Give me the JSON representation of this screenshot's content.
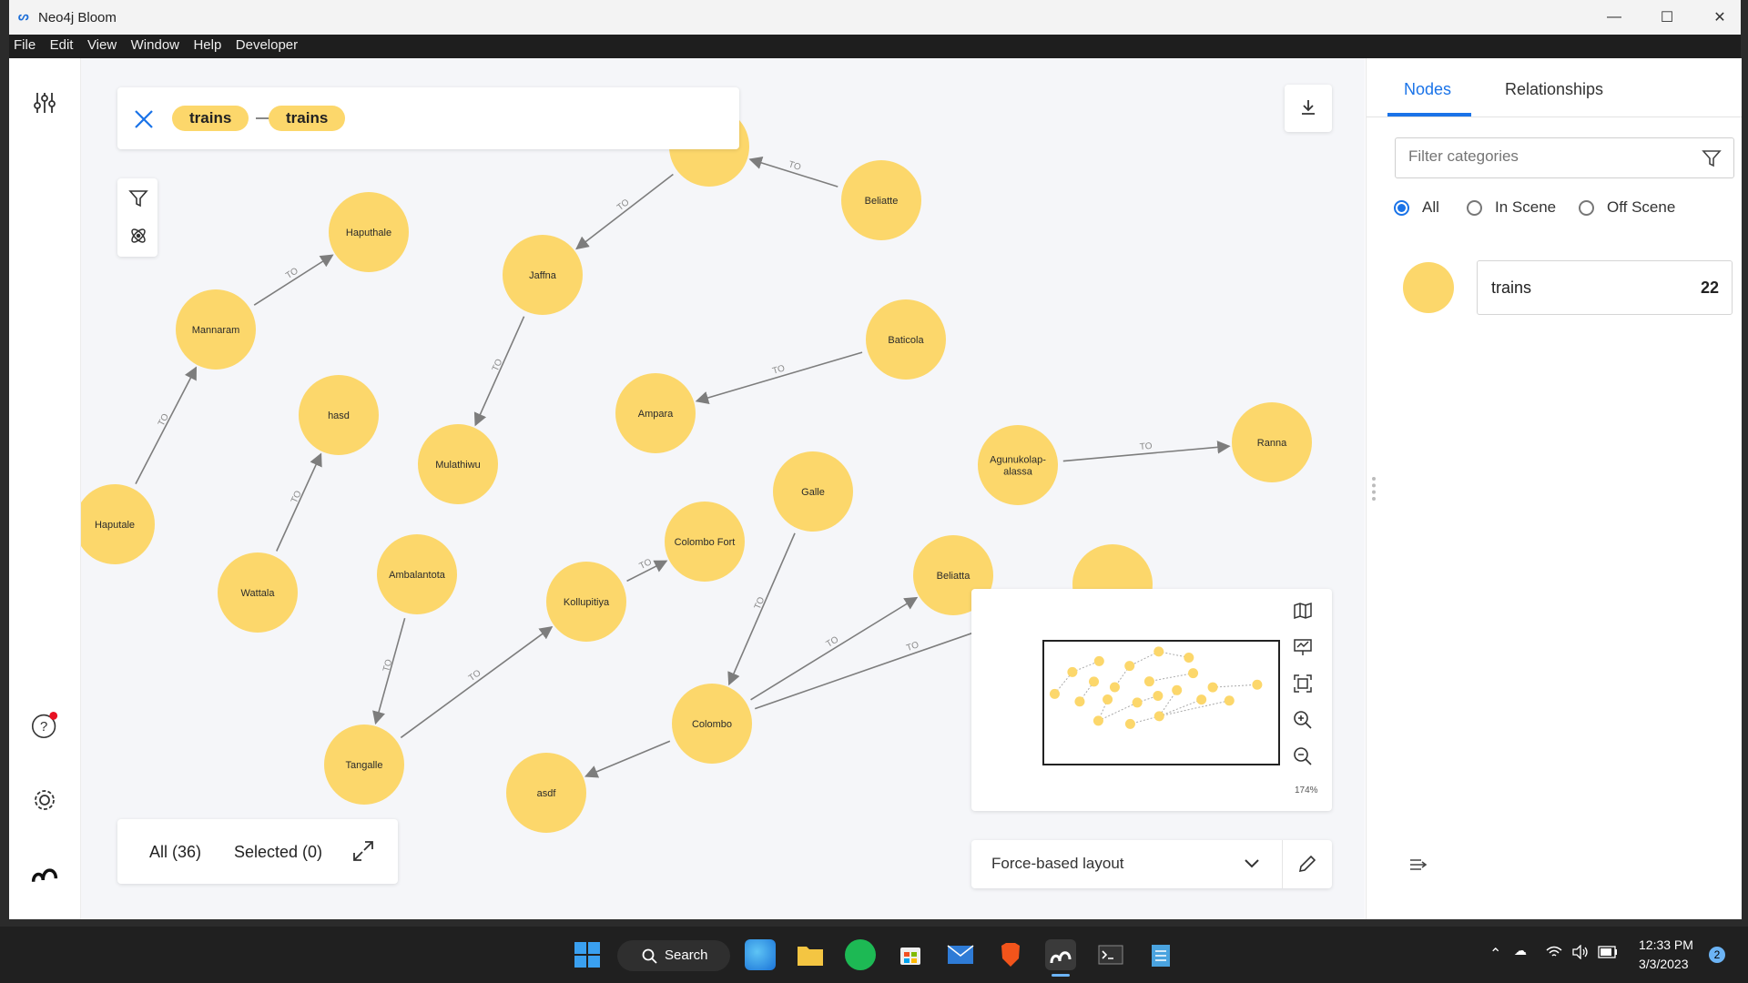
{
  "window": {
    "title": "Neo4j Bloom"
  },
  "menu": [
    "File",
    "Edit",
    "View",
    "Window",
    "Help",
    "Developer"
  ],
  "search": {
    "pills": [
      "trains",
      "trains"
    ]
  },
  "graph": {
    "nodes": [
      {
        "id": "n1",
        "label": "Haputhale"
      },
      {
        "id": "n2",
        "label": "Mannaram"
      },
      {
        "id": "n3",
        "label": "Haputale"
      },
      {
        "id": "n4",
        "label": "hasd"
      },
      {
        "id": "n5",
        "label": "Wattala"
      },
      {
        "id": "n6",
        "label": "Jaffna"
      },
      {
        "id": "n7",
        "label": "Mulathiwu"
      },
      {
        "id": "n8",
        "label": "Beliatte"
      },
      {
        "id": "n9",
        "label": "Baticola"
      },
      {
        "id": "n10",
        "label": "Ampara"
      },
      {
        "id": "n11",
        "label": "Agunukolap-\nalassa"
      },
      {
        "id": "n12",
        "label": "Ranna"
      },
      {
        "id": "n13",
        "label": "Galle"
      },
      {
        "id": "n14",
        "label": "Colombo Fort"
      },
      {
        "id": "n15",
        "label": "Kollupitiya"
      },
      {
        "id": "n16",
        "label": "Ambalantota"
      },
      {
        "id": "n17",
        "label": "Tangalle"
      },
      {
        "id": "n18",
        "label": "Colombo"
      },
      {
        "id": "n19",
        "label": "asdf"
      },
      {
        "id": "n20",
        "label": "Beliatta"
      },
      {
        "id": "n21",
        "label": ""
      },
      {
        "id": "n22",
        "label": ""
      }
    ],
    "edges": [
      {
        "from": "n3",
        "to": "n2",
        "label": "TO"
      },
      {
        "from": "n2",
        "to": "n1",
        "label": "TO"
      },
      {
        "from": "n5",
        "to": "n4",
        "label": "TO"
      },
      {
        "from": "n21",
        "to": "n6",
        "label": "TO"
      },
      {
        "from": "n8",
        "to": "n21",
        "label": "TO"
      },
      {
        "from": "n6",
        "to": "n7",
        "label": "TO"
      },
      {
        "from": "n9",
        "to": "n10",
        "label": "TO"
      },
      {
        "from": "n11",
        "to": "n12",
        "label": "TO"
      },
      {
        "from": "n16",
        "to": "n17",
        "label": "TO"
      },
      {
        "from": "n17",
        "to": "n15",
        "label": "TO"
      },
      {
        "from": "n15",
        "to": "n14",
        "label": "TO"
      },
      {
        "from": "n13",
        "to": "n18",
        "label": "TO"
      },
      {
        "from": "n18",
        "to": "n20",
        "label": "TO"
      },
      {
        "from": "n18",
        "to": "n22",
        "label": "TO"
      },
      {
        "from": "n18",
        "to": "n19",
        "label": ""
      }
    ]
  },
  "bottom": {
    "all": "All (36)",
    "selected": "Selected (0)"
  },
  "minimap": {
    "zoom": "174%"
  },
  "layout": {
    "selected": "Force-based layout"
  },
  "panel": {
    "tabs": [
      "Nodes",
      "Relationships"
    ],
    "filter_placeholder": "Filter categories",
    "radios": [
      "All",
      "In Scene",
      "Off Scene"
    ],
    "category": {
      "name": "trains",
      "count": "22",
      "color": "#fcd76b"
    }
  },
  "taskbar": {
    "search": "Search",
    "time": "12:33 PM",
    "date": "3/3/2023",
    "badge": "2"
  },
  "colors": {
    "accent": "#1a73e8",
    "node": "#fcd76b",
    "notification": "#e81123"
  }
}
